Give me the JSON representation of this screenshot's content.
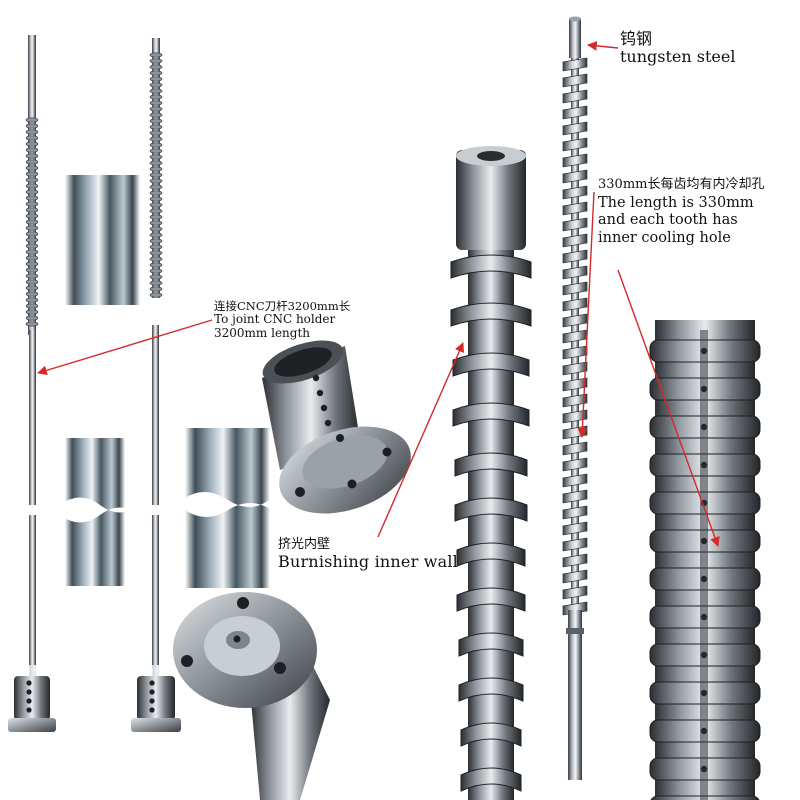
{
  "labels": {
    "cnc_holder": {
      "cn": "连接CNC刀杆3200mm长",
      "en_line1": "To joint CNC holder",
      "en_line2": "3200mm length"
    },
    "burnishing": {
      "cn": "挤光内壁",
      "en": "Burnishing inner wall"
    },
    "tungsten": {
      "cn": "钨钢",
      "en": "tungsten steel"
    },
    "length": {
      "cn": "330mm长每齿均有内冷却孔",
      "en_line1": "The length is 330mm",
      "en_line2": "and each tooth has",
      "en_line3": "inner cooling hole"
    }
  },
  "colors": {
    "arrow": "#d42a2a",
    "steel_dark": "#2c2f33",
    "steel_mid": "#7d848b",
    "steel_light": "#e4e7ea"
  }
}
